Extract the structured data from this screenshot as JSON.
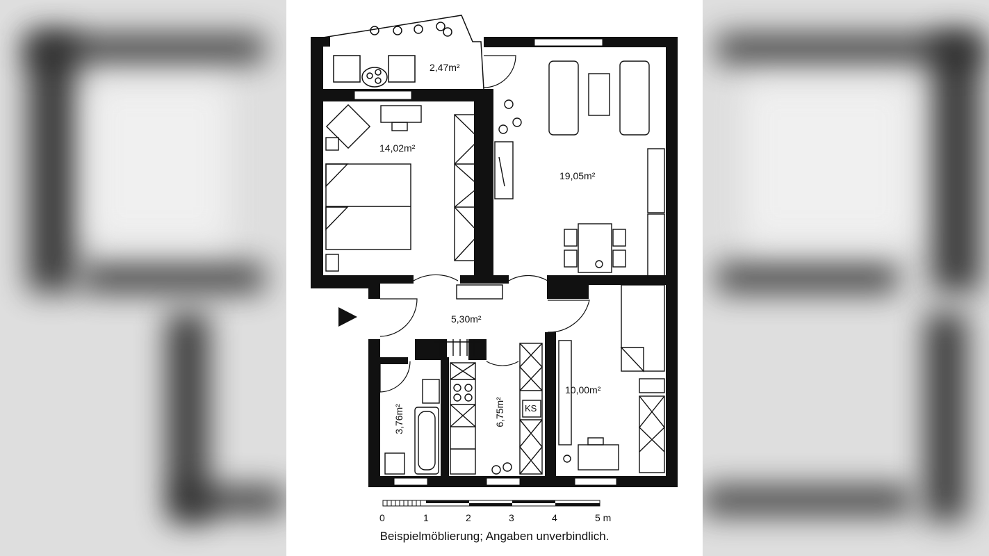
{
  "rooms": {
    "balcony_area": "2,47m²",
    "bedroom_area": "14,02m²",
    "living_area": "19,05m²",
    "hall_area": "5,30m²",
    "bath_area": "3,76m²",
    "kitchen_area": "6,75m²",
    "room_area": "10,00m²",
    "fridge_label": "KS"
  },
  "scale": {
    "ticks": [
      "0",
      "1",
      "2",
      "3",
      "4",
      "5 m"
    ]
  },
  "caption": "Beispielmöblierung; Angaben unverbindlich.",
  "colors": {
    "wall": "#111111",
    "paper": "#ffffff",
    "background": "#8f8f8f"
  }
}
